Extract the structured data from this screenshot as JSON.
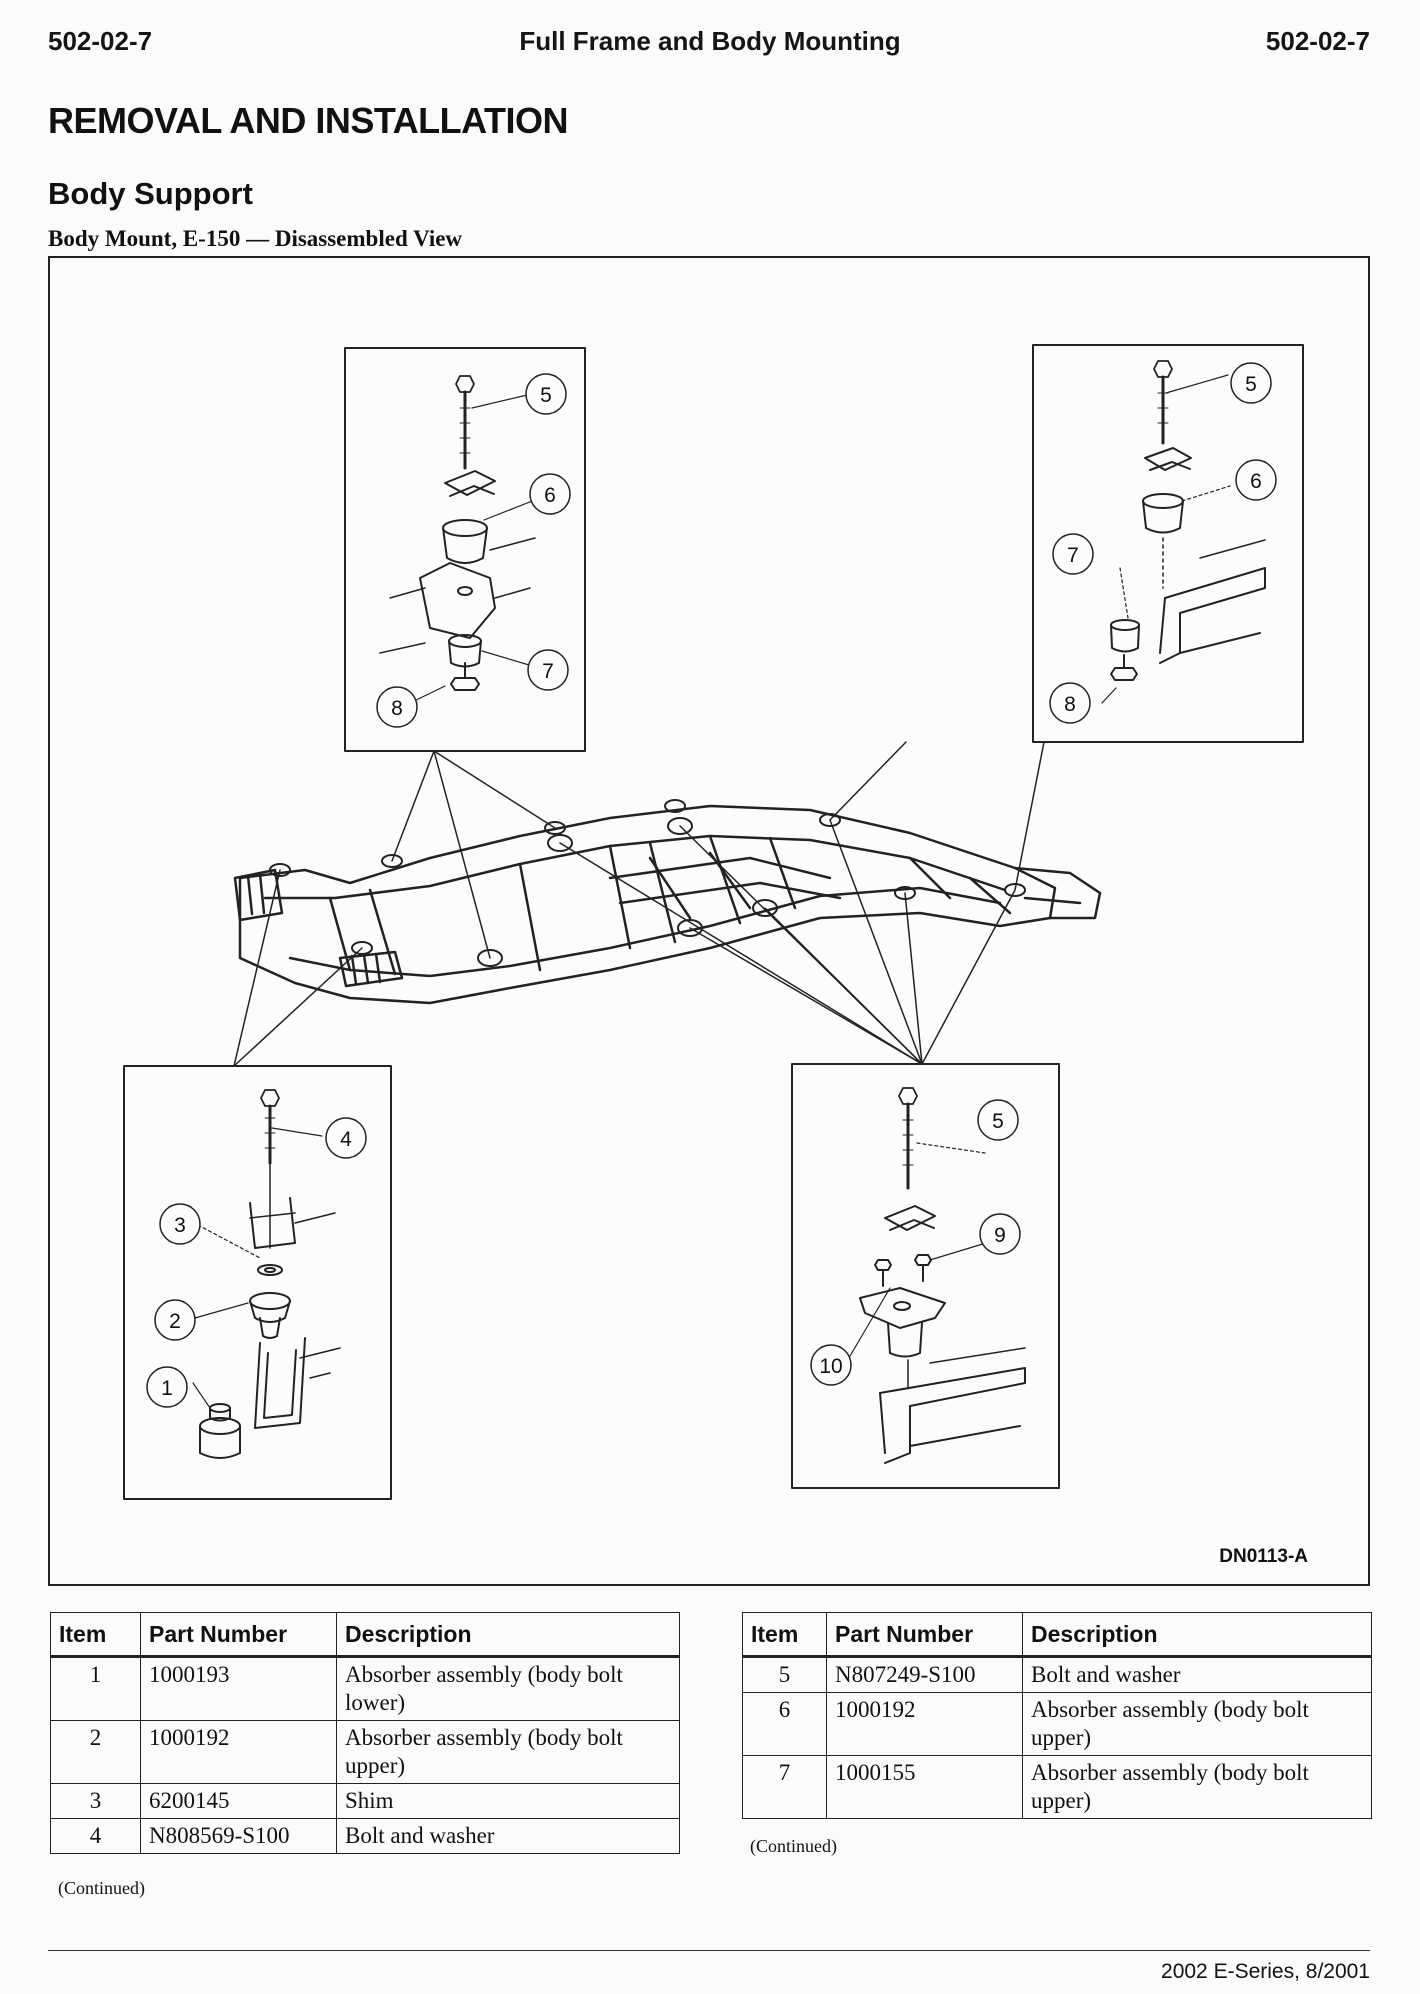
{
  "header": {
    "page_number_left": "502-02-7",
    "title": "Full Frame and Body Mounting",
    "page_number_right": "502-02-7"
  },
  "section_title": "REMOVAL AND INSTALLATION",
  "subsection_title": "Body Support",
  "figure": {
    "title": "Body Mount, E-150 — Disassembled View",
    "code": "DN0113-A",
    "callouts": {
      "c1": "1",
      "c2": "2",
      "c3": "3",
      "c4": "4",
      "c5a": "5",
      "c6a": "6",
      "c7a": "7",
      "c8a": "8",
      "c5b": "5",
      "c6b": "6",
      "c7b": "7",
      "c8b": "8",
      "c5c": "5",
      "c9": "9",
      "c10": "10"
    }
  },
  "tables": {
    "headers": {
      "item": "Item",
      "part_number": "Part Number",
      "description": "Description"
    },
    "left": [
      {
        "item": "1",
        "part_number": "1000193",
        "description": "Absorber assembly (body bolt lower)"
      },
      {
        "item": "2",
        "part_number": "1000192",
        "description": "Absorber assembly (body bolt upper)"
      },
      {
        "item": "3",
        "part_number": "6200145",
        "description": "Shim"
      },
      {
        "item": "4",
        "part_number": "N808569-S100",
        "description": "Bolt and washer"
      }
    ],
    "right": [
      {
        "item": "5",
        "part_number": "N807249-S100",
        "description": "Bolt and washer"
      },
      {
        "item": "6",
        "part_number": "1000192",
        "description": "Absorber assembly (body bolt upper)"
      },
      {
        "item": "7",
        "part_number": "1000155",
        "description": "Absorber assembly (body bolt upper)"
      }
    ],
    "continued_left": "(Continued)",
    "continued_right": "(Continued)"
  },
  "footer": "2002 E-Series, 8/2001"
}
